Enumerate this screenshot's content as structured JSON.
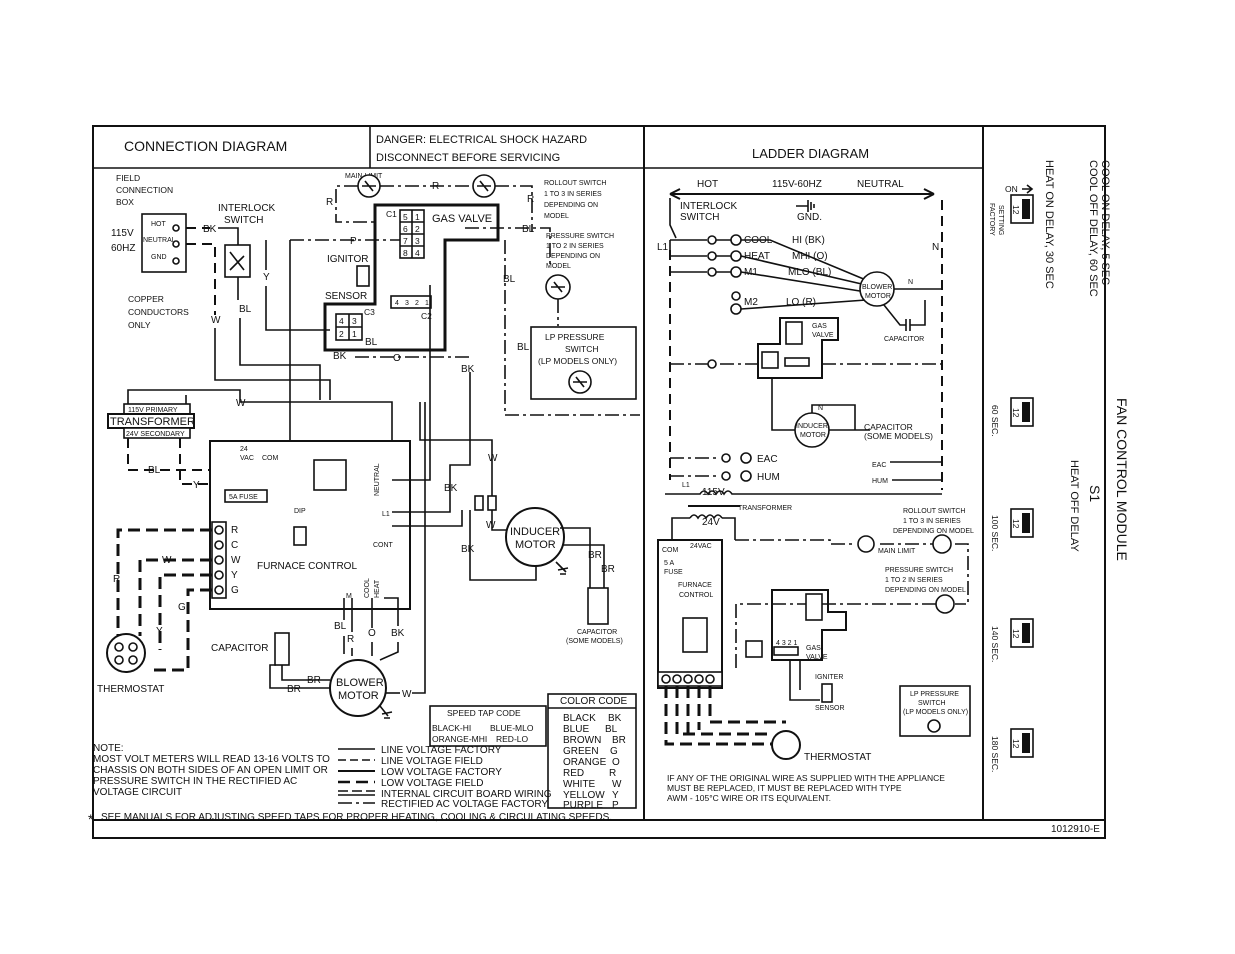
{
  "connection": {
    "title": "CONNECTION DIAGRAM",
    "danger_1": "DANGER: ELECTRICAL SHOCK HAZARD",
    "danger_2": "DISCONNECT BEFORE SERVICING",
    "field_box": [
      "FIELD",
      "CONNECTION",
      "BOX"
    ],
    "interlock": [
      "INTERLOCK",
      "SWITCH"
    ],
    "supply": [
      "115V",
      "60HZ"
    ],
    "hot": "HOT",
    "neutral": "NEUTRAL",
    "gnd": "GND",
    "copper": [
      "COPPER",
      "CONDUCTORS",
      "ONLY"
    ],
    "main_limit": "MAIN LIMIT",
    "rollout": [
      "ROLLOUT SWITCH",
      "1 TO 3 IN SERIES",
      "DEPENDING ON",
      "MODEL"
    ],
    "pressure": [
      "PRESSURE SWITCH",
      "1 TO 2 IN SERIES",
      "DEPENDING ON",
      "MODEL"
    ],
    "gas_valve": "GAS VALVE",
    "ignitor": "IGNITOR",
    "sensor": "SENSOR",
    "c1": "C1",
    "c2": "C2",
    "c3": "C3",
    "pin_1": "1",
    "pin_2": "2",
    "pin_3": "3",
    "pin_4": "4",
    "pin_5": "5",
    "pin_6": "6",
    "pin_7": "7",
    "pin_8": "8",
    "lp_switch": [
      "LP PRESSURE",
      "SWITCH",
      "(LP MODELS ONLY)"
    ],
    "transformer": "TRANSFORMER",
    "primary": "115V PRIMARY",
    "secondary": "24V SECONDARY",
    "vac": [
      "24",
      "VAC"
    ],
    "com": "COM",
    "fuse": "5A FUSE",
    "dip": "DIP",
    "furnace_control": "FURNACE CONTROL",
    "terminals": [
      "R",
      "C",
      "W",
      "Y",
      "G"
    ],
    "neutral_v": "NEUTRAL",
    "l1": "L1",
    "cont": "CONT",
    "cool": "COOL",
    "heat_label": "HEAT",
    "m": "M",
    "inducer": [
      "INDUCER",
      "MOTOR"
    ],
    "capacitor_some": [
      "CAPACITOR",
      "(SOME MODELS)"
    ],
    "capacitor": "CAPACITOR",
    "blower": [
      "BLOWER",
      "MOTOR"
    ],
    "thermostat": "THERMOSTAT",
    "wire_r": "R",
    "wire_bk": "BK",
    "wire_bl": "BL",
    "wire_w": "W",
    "wire_y": "Y",
    "wire_p": "P",
    "wire_o": "O",
    "wire_br": "BR",
    "wire_g": "G",
    "speed_tap_title": "SPEED TAP CODE",
    "speed_taps": [
      "BLACK-HI",
      "BLUE-MLO",
      "ORANGE-MHI",
      "RED-LO"
    ],
    "color_code_title": "COLOR  CODE",
    "color_codes": [
      {
        "name": "BLACK",
        "code": "BK"
      },
      {
        "name": "BLUE",
        "code": "BL"
      },
      {
        "name": "BROWN",
        "code": "BR"
      },
      {
        "name": "GREEN",
        "code": "G"
      },
      {
        "name": "ORANGE",
        "code": "O"
      },
      {
        "name": "RED",
        "code": "R"
      },
      {
        "name": "WHITE",
        "code": "W"
      },
      {
        "name": "YELLOW",
        "code": "Y"
      },
      {
        "name": "PURPLE",
        "code": "P"
      }
    ],
    "note": [
      "NOTE:",
      "MOST VOLT METERS WILL READ 13-16 VOLTS TO",
      "CHASSIS ON BOTH SIDES OF AN OPEN LIMIT OR",
      "PRESSURE SWITCH IN THE RECTIFIED AC",
      "VOLTAGE CIRCUIT"
    ],
    "legend": [
      "LINE VOLTAGE FACTORY",
      "LINE VOLTAGE FIELD",
      "LOW VOLTAGE FACTORY",
      "LOW VOLTAGE FIELD",
      "INTERNAL CIRCUIT BOARD WIRING",
      "RECTIFIED AC VOLTAGE FACTORY"
    ],
    "footnote_star": "*",
    "footnote": "SEE MANUALS FOR ADJUSTING SPEED TAPS FOR PROPER HEATING, COOLING & CIRCULATING SPEEDS."
  },
  "ladder": {
    "title": "LADDER DIAGRAM",
    "hot": "HOT",
    "volt": "115V-60HZ",
    "neutral": "NEUTRAL",
    "interlock": [
      "INTERLOCK",
      "SWITCH"
    ],
    "gnd": "GND.",
    "l1": "L1",
    "n": "N",
    "speeds": [
      {
        "name": "COOL",
        "tap": "HI (BK)"
      },
      {
        "name": "HEAT",
        "tap": "MHI (O)"
      },
      {
        "name": "M1",
        "tap": "MLO (BL)"
      },
      {
        "name": "M2",
        "tap": "LO (R)"
      }
    ],
    "blower": [
      "BLOWER",
      "MOTOR"
    ],
    "capacitor": "CAPACITOR",
    "gas_valve": [
      "GAS",
      "VALVE"
    ],
    "inducer": [
      "INDUCER",
      "MOTOR"
    ],
    "capacitor_some": [
      "CAPACITOR",
      "(SOME MODELS)"
    ],
    "eac": "EAC",
    "hum": "HUM",
    "v115": "115V",
    "v24": "24V",
    "transformer": "TRANSFORMER",
    "vac": "24VAC",
    "com": "COM",
    "fuse": [
      "5 A",
      "FUSE"
    ],
    "furnace_control": [
      "FURNACE",
      "CONTROL"
    ],
    "rollout": [
      "ROLLOUT SWITCH",
      "1 TO 3 IN SERIES",
      "DEPENDING ON MODEL"
    ],
    "main_limit": "MAIN LIMIT",
    "pressure": [
      "PRESSURE SWITCH",
      "1 TO 2 IN SERIES",
      "DEPENDING ON MODEL"
    ],
    "igniter": "IGNITER",
    "sensor": "SENSOR",
    "lp_switch": [
      "LP PRESSURE",
      "SWITCH",
      "(LP MODELS ONLY)"
    ],
    "thermostat": "THERMOSTAT",
    "pins": "4 3 2 1",
    "replace_note": [
      "IF ANY OF THE ORIGINAL WIRE AS SUPPLIED WITH THE APPLIANCE",
      "MUST BE REPLACED, IT MUST BE REPLACED WITH TYPE",
      "AWM - 105°C WIRE OR ITS EQUIVALENT."
    ]
  },
  "fan_module": {
    "title": "FAN CONTROL MODULE",
    "s1": "S1",
    "heat_off": "HEAT OFF DELAY",
    "cool_on": "COOL ON DELAY, 5 SEC",
    "cool_off": "COOL OFF DELAY, 60 SEC",
    "heat_on": "HEAT ON DELAY, 30 SEC",
    "on": "ON",
    "factory": [
      "FACTORY",
      "SETTING"
    ],
    "switch_digits": "12",
    "settings": [
      "60 SEC.",
      "100 SEC.",
      "140 SEC.",
      "180 SEC."
    ]
  },
  "part_number": "1012910-E"
}
